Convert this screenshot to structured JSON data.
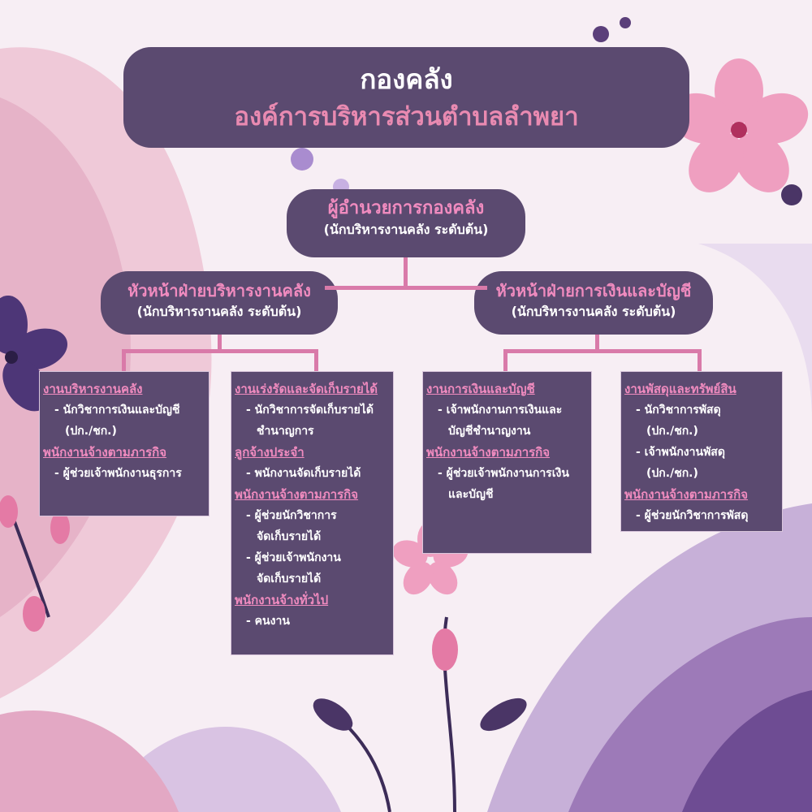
{
  "header": {
    "title": "กองคลัง",
    "subtitle": "องค์การบริหารส่วนตำบลลำพยา"
  },
  "director": {
    "title": "ผู้อำนวยการกองคลัง",
    "subtitle": "(นักบริหารงานคลัง ระดับต้น)"
  },
  "head_left": {
    "title": "หัวหน้าฝ่ายบริหารงานคลัง",
    "subtitle": "(นักบริหารงานคลัง ระดับต้น)"
  },
  "head_right": {
    "title": "หัวหน้าฝ่ายการเงินและบัญชี",
    "subtitle": "(นักบริหารงานคลัง ระดับต้น)"
  },
  "box1": {
    "lines": [
      {
        "type": "sec",
        "text": "งานบริหารงานคลัง"
      },
      {
        "type": "it",
        "text": "- นักวิชาการเงินและบัญชี"
      },
      {
        "type": "cont",
        "text": "(ปก./ชก.)"
      },
      {
        "type": "sec",
        "text": "พนักงานจ้างตามภารกิจ"
      },
      {
        "type": "it",
        "text": "- ผู้ช่วยเจ้าพนักงานธุรการ"
      }
    ]
  },
  "box2": {
    "lines": [
      {
        "type": "sec",
        "text": "งานเร่งรัดและจัดเก็บรายได้"
      },
      {
        "type": "it",
        "text": "- นักวิชาการจัดเก็บรายได้"
      },
      {
        "type": "cont",
        "text": "ชำนาญการ"
      },
      {
        "type": "sec",
        "text": "ลูกจ้างประจำ"
      },
      {
        "type": "it",
        "text": "- พนักงานจัดเก็บรายได้"
      },
      {
        "type": "sec",
        "text": "พนักงานจ้างตามภารกิจ"
      },
      {
        "type": "it",
        "text": "- ผู้ช่วยนักวิชาการ"
      },
      {
        "type": "cont",
        "text": "จัดเก็บรายได้"
      },
      {
        "type": "it",
        "text": "- ผู้ช่วยเจ้าพนักงาน"
      },
      {
        "type": "cont",
        "text": "จัดเก็บรายได้"
      },
      {
        "type": "sec",
        "text": "พนักงานจ้างทั่วไป"
      },
      {
        "type": "it",
        "text": "- คนงาน"
      }
    ]
  },
  "box3": {
    "lines": [
      {
        "type": "sec",
        "text": "งานการเงินและบัญชี"
      },
      {
        "type": "it",
        "text": "- เจ้าพนักงานการเงินและ"
      },
      {
        "type": "cont",
        "text": "บัญชีชำนาญงาน"
      },
      {
        "type": "sec",
        "text": "พนักงานจ้างตามภารกิจ"
      },
      {
        "type": "it",
        "text": "- ผู้ช่วยเจ้าพนักงานการเงิน"
      },
      {
        "type": "cont",
        "text": "และบัญชี"
      }
    ]
  },
  "box4": {
    "lines": [
      {
        "type": "sec",
        "text": "งานพัสดุและทรัพย์สิน"
      },
      {
        "type": "it",
        "text": "- นักวิชาการพัสดุ"
      },
      {
        "type": "cont",
        "text": "(ปก./ชก.)"
      },
      {
        "type": "it",
        "text": "- เจ้าพนักงานพัสดุ"
      },
      {
        "type": "cont",
        "text": "(ปก./ชก.)"
      },
      {
        "type": "sec",
        "text": "พนักงานจ้างตามภารกิจ"
      },
      {
        "type": "it",
        "text": "- ผู้ช่วยนักวิชาการพัสดุ"
      }
    ]
  },
  "colors": {
    "box": "#5b4a70",
    "accent_pink": "#f08bbf",
    "connector": "#d97aa9"
  }
}
